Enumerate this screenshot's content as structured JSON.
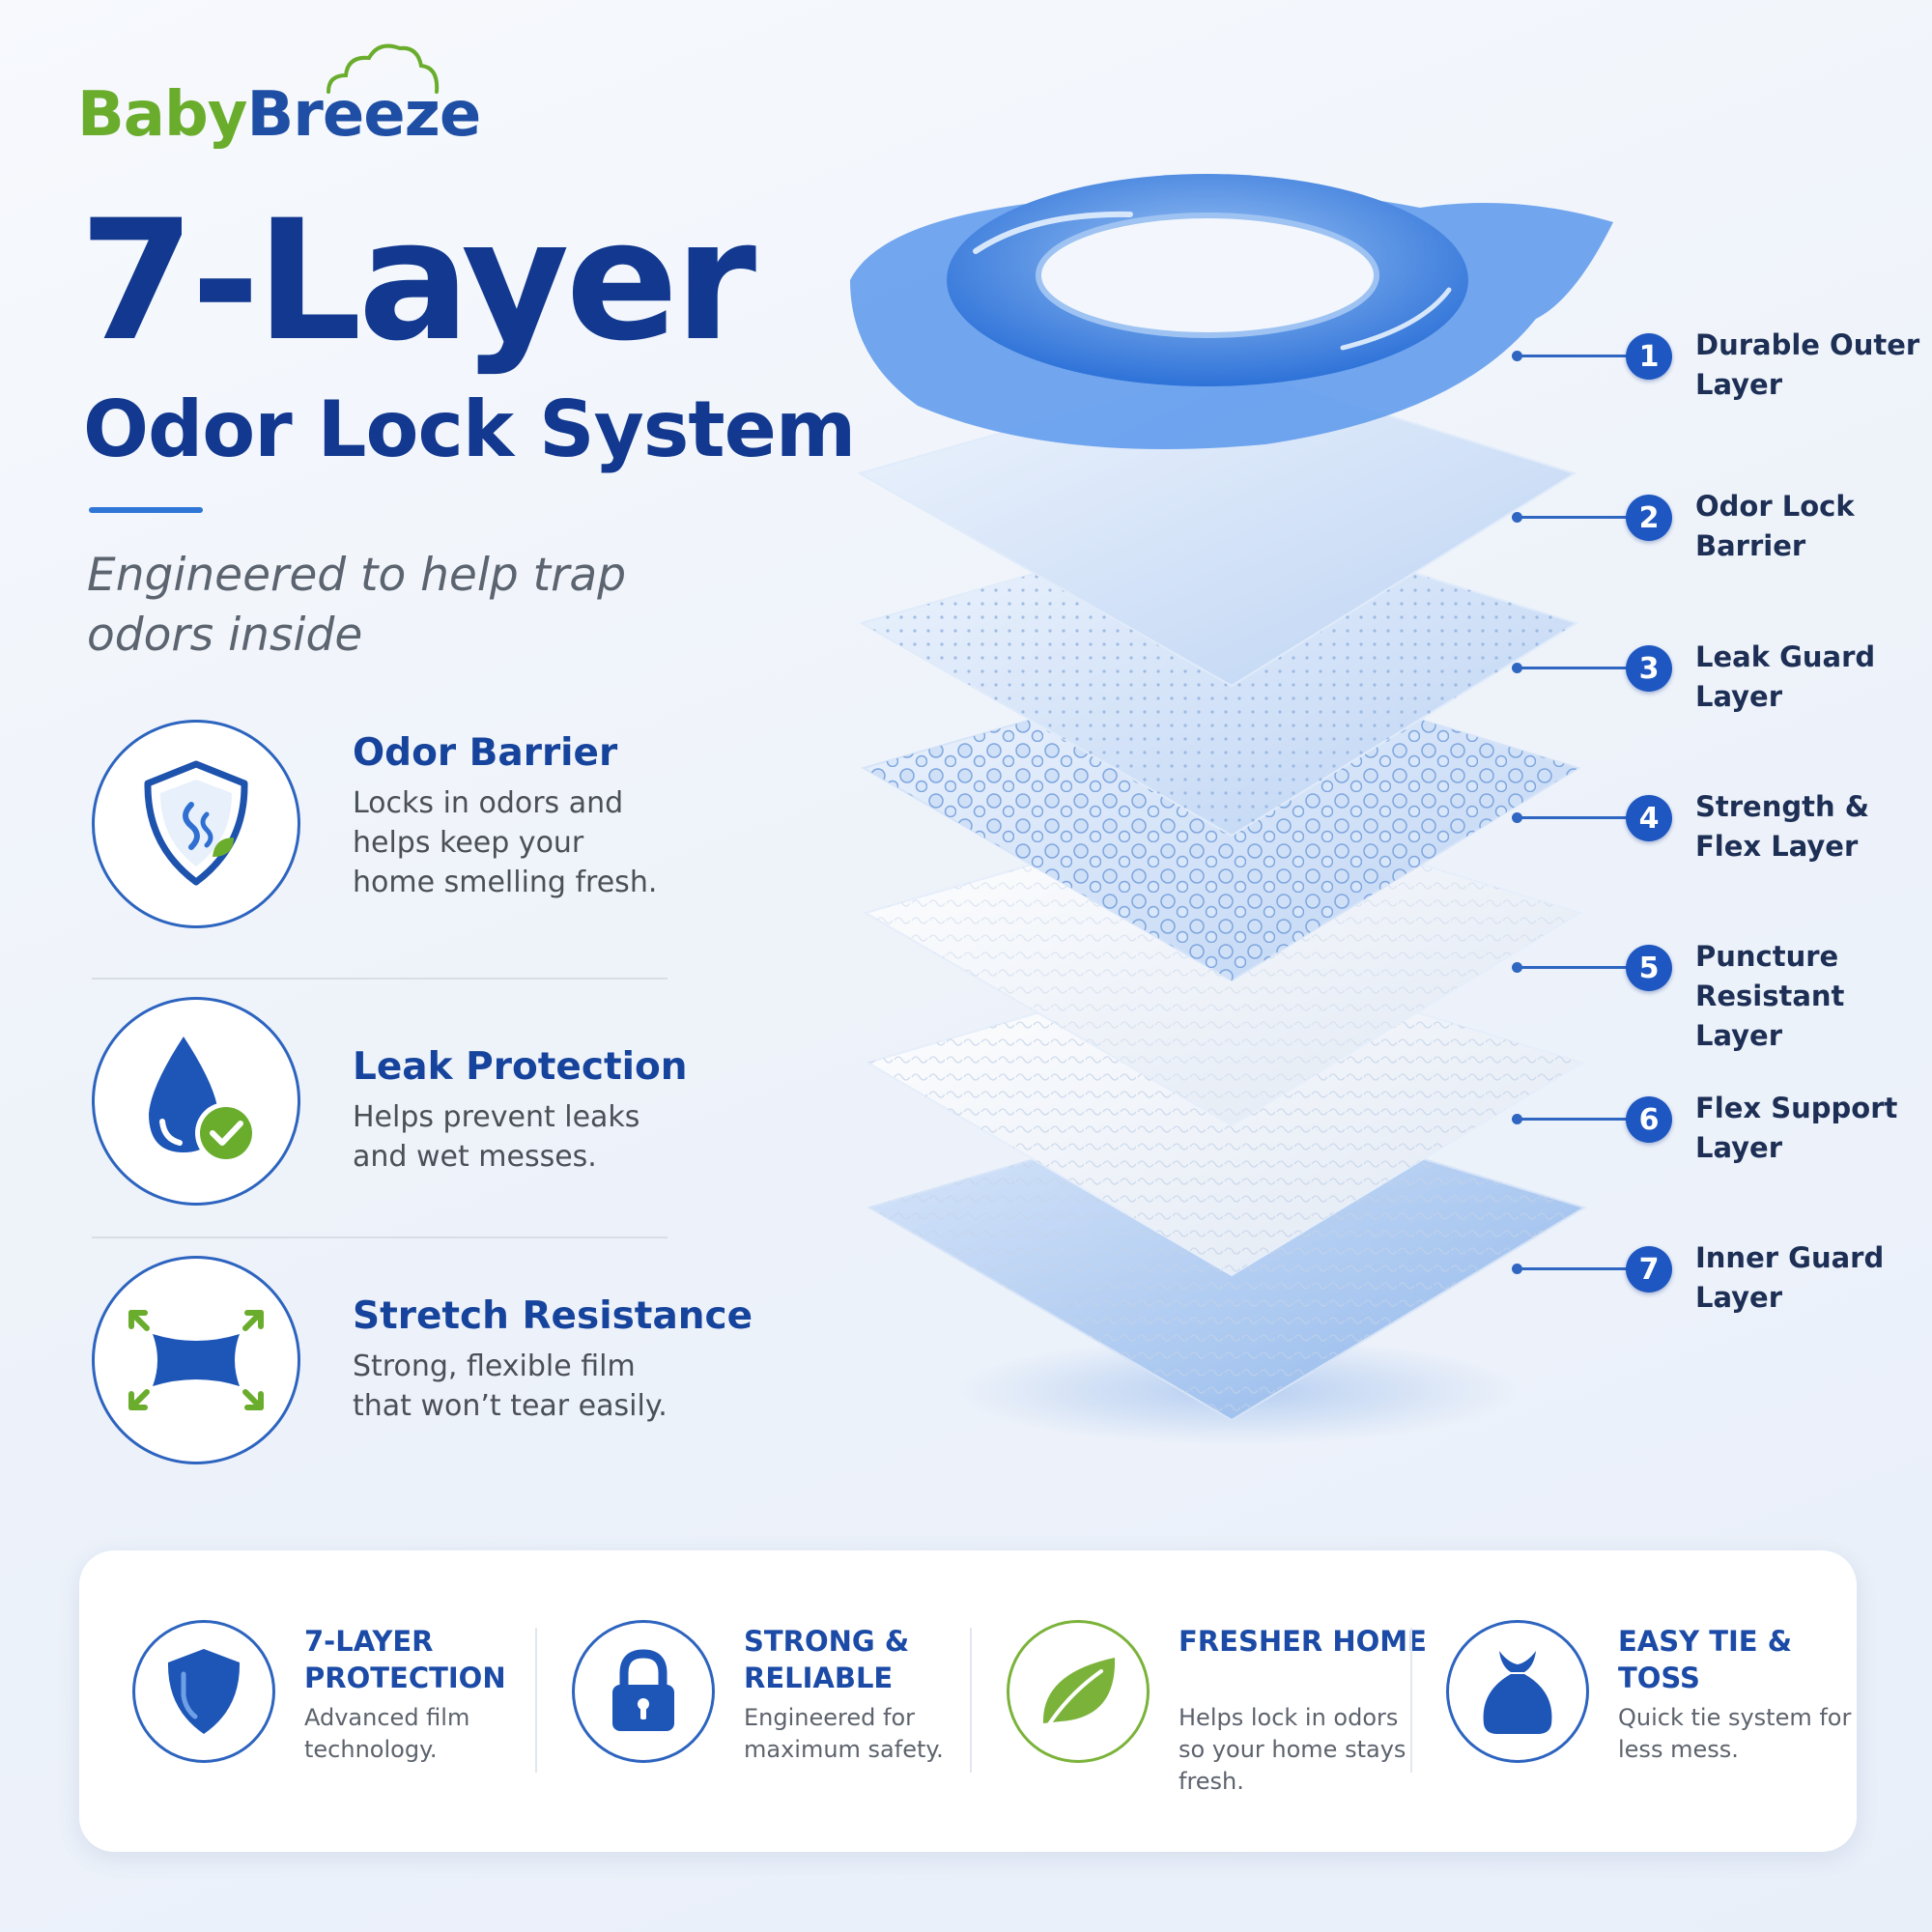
{
  "brand": {
    "name_part1": "Baby",
    "name_part2": "Breeze"
  },
  "headline": {
    "title": "7-Layer",
    "subtitle": "Odor Lock System",
    "tagline": "Engineered to help trap odors inside"
  },
  "features": [
    {
      "title": "Odor Barrier",
      "description": "Locks in odors and helps keep your home smelling fresh.",
      "icon": "shield-odor-icon"
    },
    {
      "title": "Leak Protection",
      "description": "Helps prevent leaks and wet messes.",
      "icon": "water-drop-check-icon"
    },
    {
      "title": "Stretch Resistance",
      "description": "Strong, flexible film that won’t tear easily.",
      "icon": "stretch-arrows-icon"
    }
  ],
  "layers": [
    {
      "number": "1",
      "label": "Durable Outer Layer"
    },
    {
      "number": "2",
      "label": "Odor Lock Barrier"
    },
    {
      "number": "3",
      "label": "Leak Guard Layer"
    },
    {
      "number": "4",
      "label": "Strength & Flex Layer"
    },
    {
      "number": "5",
      "label": "Puncture Resistant Layer"
    },
    {
      "number": "6",
      "label": "Flex Support Layer"
    },
    {
      "number": "7",
      "label": "Inner Guard Layer"
    }
  ],
  "badges": [
    {
      "title": "7-LAYER PROTECTION",
      "description": "Advanced film technology.",
      "icon": "shield-icon"
    },
    {
      "title": "STRONG & RELIABLE",
      "description": "Engineered for maximum safety.",
      "icon": "padlock-icon"
    },
    {
      "title": "FRESHER HOME",
      "description": "Helps lock in odors so your home stays fresh.",
      "icon": "leaf-icon"
    },
    {
      "title": "EASY TIE & TOSS",
      "description": "Quick tie system for less mess.",
      "icon": "tied-bag-icon"
    }
  ],
  "colors": {
    "brand_green": "#6aad2d",
    "brand_blue": "#1f4fa4",
    "headline_navy": "#12398f",
    "accent_blue": "#1e57c2",
    "leaf_green": "#7bb33a"
  }
}
